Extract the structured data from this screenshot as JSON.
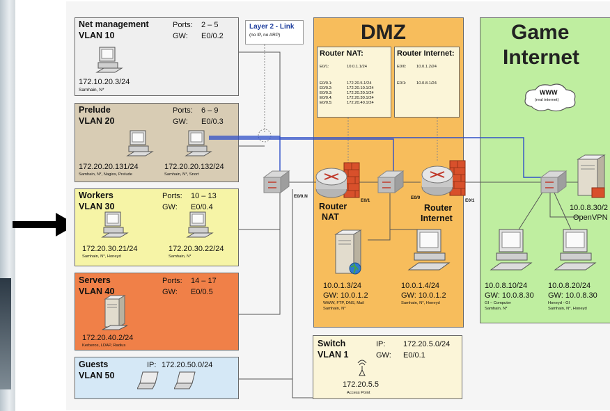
{
  "vlans": {
    "v10": {
      "name": "Net management",
      "vlan": "VLAN 10",
      "ports_label": "Ports:",
      "ports": "2 – 5",
      "gw_label": "GW:",
      "gw": "E0/0.2",
      "ip": "172.10.20.3/24",
      "note": "Samhain, N*"
    },
    "v20": {
      "name": "Prelude",
      "vlan": "VLAN 20",
      "ports_label": "Ports:",
      "ports": "6 – 9",
      "gw_label": "GW:",
      "gw": "E0/0.3",
      "host1_ip": "172.20.20.131/24",
      "host1_note": "Samhain, N*, Nagios, Prelude",
      "host2_ip": "172.20.20.132/24",
      "host2_note": "Samhain, N*, Snort"
    },
    "v30": {
      "name": "Workers",
      "vlan": "VLAN 30",
      "ports_label": "Ports:",
      "ports": "10 – 13",
      "gw_label": "GW:",
      "gw": "E0/0.4",
      "host1_ip": "172.20.30.21/24",
      "host1_note": "Samhain, N*, Honeyd",
      "host2_ip": "172.20.30.22/24",
      "host2_note": "Samhain, N*"
    },
    "v40": {
      "name": "Servers",
      "vlan": "VLAN 40",
      "ports_label": "Ports:",
      "ports": "14 – 17",
      "gw_label": "GW:",
      "gw": "E0/0.5",
      "ip": "172.20.40.2/24",
      "note": "Kerberos, LDAP, Radius"
    },
    "v50": {
      "name": "Guests",
      "vlan": "VLAN 50",
      "ip_label": "IP:",
      "ip": "172.20.50.0/24"
    }
  },
  "layer2": {
    "title": "Layer 2 - Link",
    "subtitle": "(no IP, no ARP)"
  },
  "dmz": {
    "title": "DMZ",
    "nat_table": {
      "title": "Router NAT:",
      "rows": [
        {
          "iface": "E0/1:",
          "ip": "10.0.1.1/24"
        },
        {
          "iface": "E0/0.1:",
          "ip": "172.20.5.1/24"
        },
        {
          "iface": "E0/0.2:",
          "ip": "172.20.10.1/24"
        },
        {
          "iface": "E0/0.3:",
          "ip": "172.20.20.1/24"
        },
        {
          "iface": "E0/0.4:",
          "ip": "172.20.30.1/24"
        },
        {
          "iface": "E0/0.5:",
          "ip": "172.20.40.1/24"
        }
      ]
    },
    "inet_table": {
      "title": "Router Internet:",
      "rows": [
        {
          "iface": "E0/0:",
          "ip": "10.0.1.2/24"
        },
        {
          "iface": "E0/1:",
          "ip": "10.0.8.1/24"
        }
      ]
    },
    "router_nat_label_1": "Router",
    "router_nat_label_2": "NAT",
    "router_inet_label_1": "Router",
    "router_inet_label_2": "Internet",
    "port_e00n": "E0/0.N",
    "port_nat_e01": "E0/1",
    "port_inet_e00": "E0/0",
    "port_inet_e01": "E0/1",
    "srv_ip": "10.0.1.3/24",
    "srv_gw": "GW: 10.0.1.2",
    "srv_note1": "WWW, FTP, DNS, Mail",
    "srv_note2": "Samhain, N*",
    "pc_ip": "10.0.1.4/24",
    "pc_gw": "GW: 10.0.1.2",
    "pc_note": "Samhain, N*, Honeyd"
  },
  "game": {
    "title1": "Game",
    "title2": "Internet",
    "cloud1": "WWW",
    "cloud2": "(real internet)",
    "vpn_ip": "10.0.8.30/2",
    "vpn_name": "OpenVPN",
    "pc1_ip": "10.0.8.10/24",
    "pc1_gw": "GW: 10.0.8.30",
    "pc1_note1": "GI – Computer",
    "pc1_note2": "Samhain, N*",
    "pc2_ip": "10.0.8.20/24",
    "pc2_gw": "GW: 10.0.8.30",
    "pc2_note1": "Honeyd - GI",
    "pc2_note2": "Samhain, N*, Honeyd"
  },
  "switch_box": {
    "name": "Switch",
    "vlan": "VLAN 1",
    "ip_label": "IP:",
    "ip": "172.20.5.0/24",
    "gw_label": "GW:",
    "gw": "E0/0.1",
    "ap_ip": "172.20.5.5",
    "ap_label": "Access Point"
  },
  "colors": {
    "vlan10": "#efefef",
    "vlan20": "#d8ccb4",
    "vlan30": "#f6f4a6",
    "vlan40": "#f08048",
    "vlan50": "#d5e8f6",
    "dmz": "#f7bd5c",
    "game": "#bfeea0",
    "blue_link": "#3050c8"
  }
}
